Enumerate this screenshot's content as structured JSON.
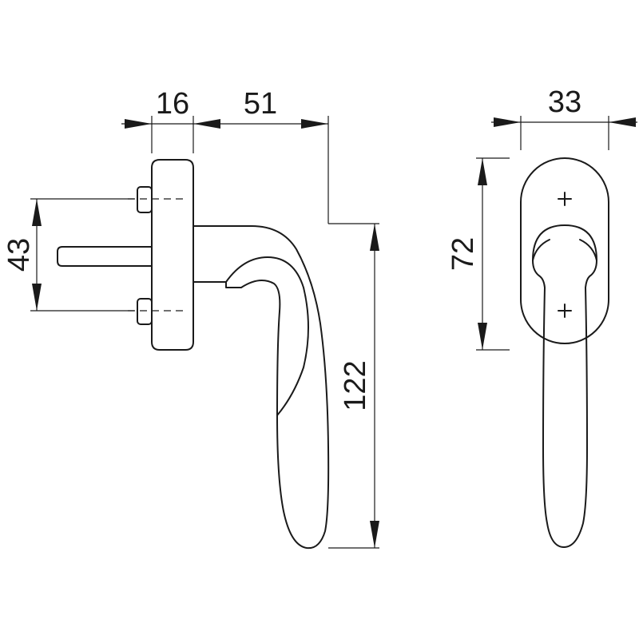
{
  "dimensions": {
    "rose_thickness": "16",
    "handle_projection": "51",
    "screw_spacing": "43",
    "handle_length": "122",
    "rose_width": "33",
    "rose_height": "72"
  },
  "colors": {
    "stroke": "#1a1a1a",
    "background": "#ffffff"
  }
}
